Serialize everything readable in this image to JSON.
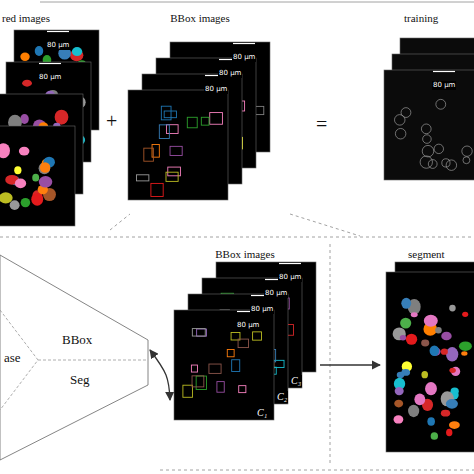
{
  "diagram": {
    "nodes": [
      {
        "text": [
          "red images"
        ]
      },
      {
        "text": [
          "BBox images"
        ]
      },
      {
        "text": [
          "training"
        ]
      },
      {
        "text": [
          "ase",
          "BBox",
          "Seg"
        ]
      },
      {
        "text": [
          "BBox images"
        ]
      },
      {
        "text": [
          "segment"
        ]
      }
    ],
    "edges": [
      {
        "from": 3,
        "to": 4,
        "arrow": "both"
      },
      {
        "from": 4,
        "to": 5,
        "arrow": "to"
      }
    ],
    "labels": [
      "80 µm",
      "80 µm",
      "+",
      "80 µm",
      "80 µm",
      "80 µm",
      "=",
      "80 µm",
      "80 µm",
      "80 µm",
      "80 µm",
      "80 µm",
      "C₁",
      "C₂",
      "C₃"
    ]
  }
}
